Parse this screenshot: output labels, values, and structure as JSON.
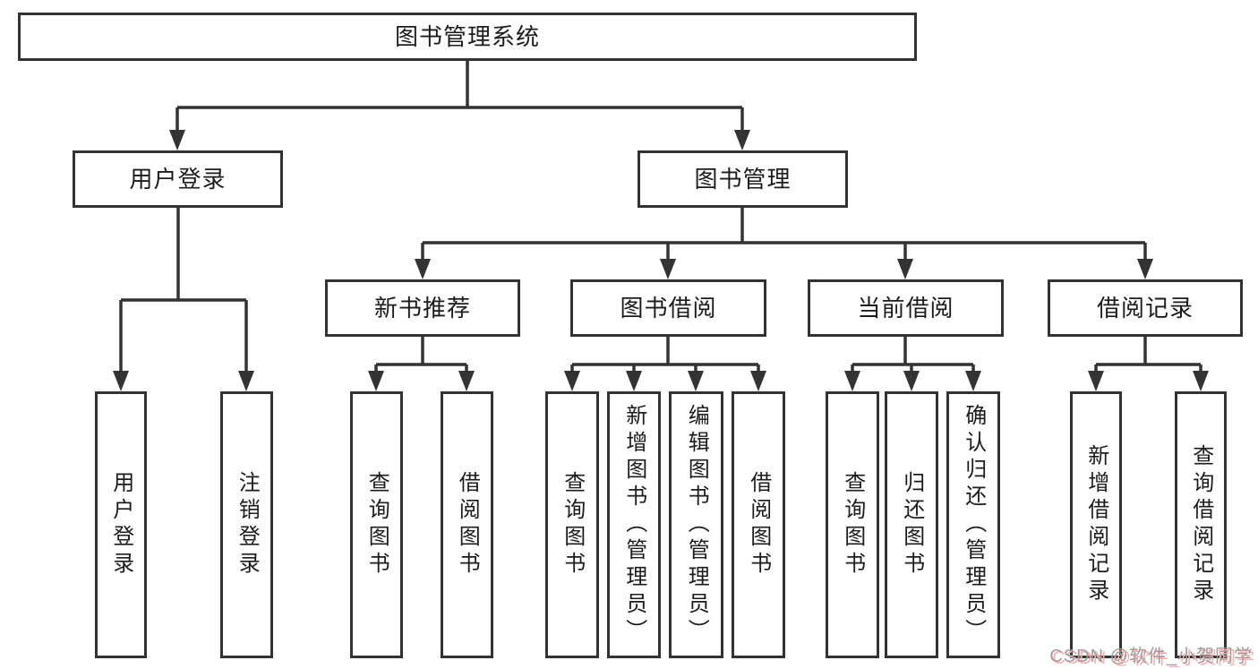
{
  "diagram": {
    "type": "hierarchy-tree",
    "root": {
      "label": "图书管理系统"
    },
    "branches": [
      {
        "label": "用户登录",
        "leaves": [
          {
            "label": "用户登录"
          },
          {
            "label": "注销登录"
          }
        ]
      },
      {
        "label": "图书管理",
        "groups": [
          {
            "label": "新书推荐",
            "leaves": [
              {
                "label": "查询图书"
              },
              {
                "label": "借阅图书"
              }
            ]
          },
          {
            "label": "图书借阅",
            "leaves": [
              {
                "label": "查询图书"
              },
              {
                "label": "新增图书（管理员）"
              },
              {
                "label": "编辑图书（管理员）"
              },
              {
                "label": "借阅图书"
              }
            ]
          },
          {
            "label": "当前借阅",
            "leaves": [
              {
                "label": "查询图书"
              },
              {
                "label": "归还图书"
              },
              {
                "label": "确认归还（管理员）"
              }
            ]
          },
          {
            "label": "借阅记录",
            "leaves": [
              {
                "label": "新增借阅记录"
              },
              {
                "label": "查询借阅记录"
              }
            ]
          }
        ]
      }
    ]
  },
  "watermark": {
    "text": "CSDN @软件_小贺同学"
  },
  "colors": {
    "line": "#333333",
    "box_border": "#333333",
    "box_fill": "#ffffff",
    "text": "#1c1c1c",
    "background": "#ffffff",
    "watermark_text": "#9e9e9e",
    "watermark_shadow": "#ffabab"
  }
}
